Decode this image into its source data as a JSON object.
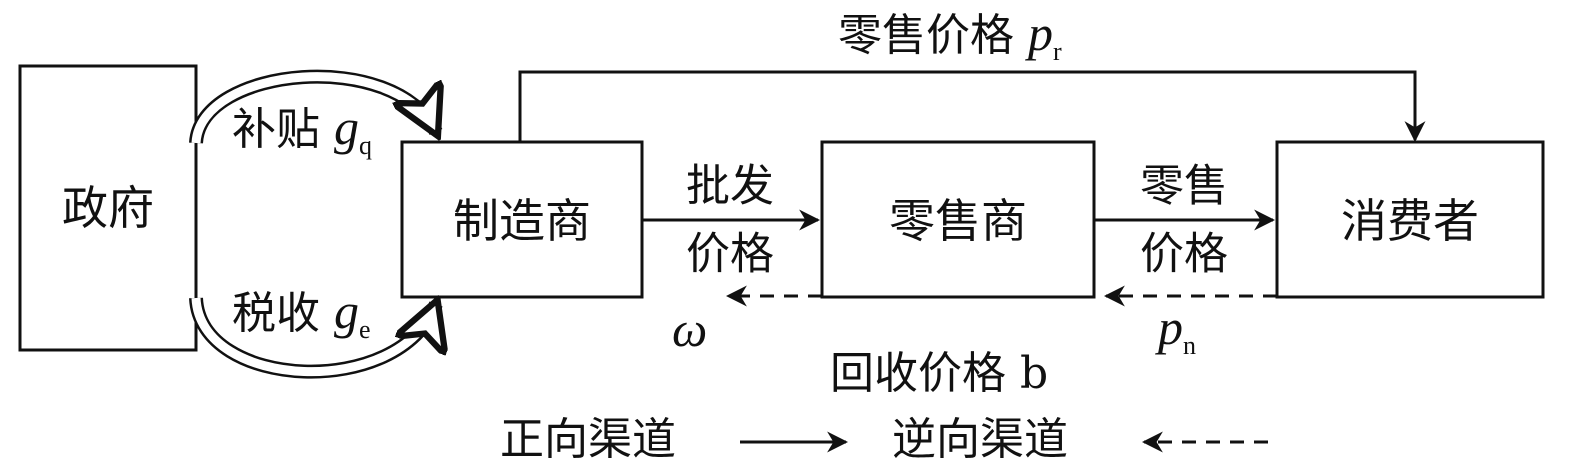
{
  "nodes": {
    "government": "政府",
    "manufacturer": "制造商",
    "retailer": "零售商",
    "consumer": "消费者"
  },
  "flows": {
    "retail_price_top": {
      "text": "零售价格",
      "symbol": "p",
      "subscript": "r"
    },
    "subsidy": {
      "text": "补贴",
      "symbol": "g",
      "subscript": "q"
    },
    "tax": {
      "text": "税收",
      "symbol": "g",
      "subscript": "e"
    },
    "wholesale_price": {
      "line1": "批发",
      "line2": "价格"
    },
    "retail_price_mid": {
      "line1": "零售",
      "line2": "价格"
    },
    "omega": "ω",
    "pn": {
      "symbol": "p",
      "subscript": "n"
    },
    "recycle_price": "回收价格 b"
  },
  "legend": {
    "forward": "正向渠道",
    "reverse": "逆向渠道"
  }
}
